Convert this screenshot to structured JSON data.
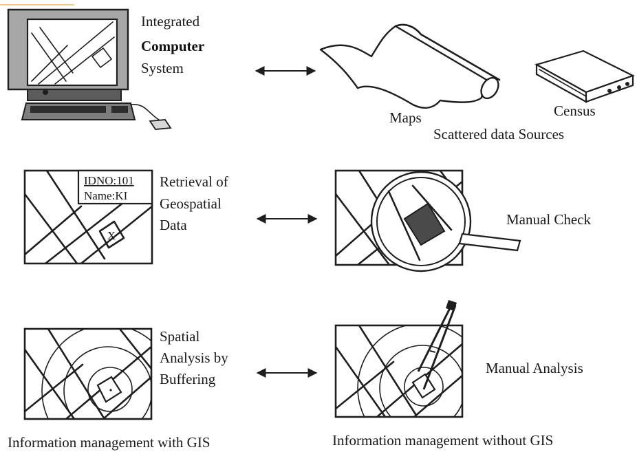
{
  "computer": {
    "label_line1": "Integrated",
    "label_line2": "Computer",
    "label_line3": "System"
  },
  "sources": {
    "maps_label": "Maps",
    "census_label": "Census",
    "caption": "Scattered data Sources"
  },
  "retrieval": {
    "record_id": "IDNO:101",
    "record_name": "Name:KI",
    "parcel_mark": "X",
    "label_line1": "Retrieval of",
    "label_line2": "Geospatial",
    "label_line3": "Data"
  },
  "manual_check": {
    "label": "Manual Check"
  },
  "spatial_analysis": {
    "label_line1": "Spatial",
    "label_line2": "Analysis by",
    "label_line3": "Buffering"
  },
  "manual_analysis": {
    "label": "Manual Analysis"
  },
  "captions": {
    "with_gis": "Information management with GIS",
    "without_gis": "Information management without GIS"
  },
  "colors": {
    "ink": "#1e1e1e",
    "monitor_gray": "#9a9a9a",
    "parcel_fill": "#4a4a4a",
    "corner_accent": "#f3c888"
  }
}
